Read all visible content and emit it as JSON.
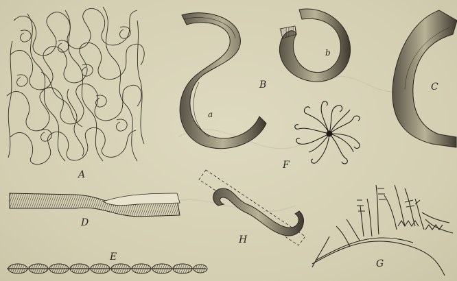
{
  "figure": {
    "labels": {
      "A": "A",
      "B": "B",
      "a": "a",
      "b": "b",
      "C": "C",
      "D": "D",
      "E": "E",
      "F": "F",
      "G": "G",
      "H": "H"
    },
    "colors": {
      "paper": "#d6d2b6",
      "ink": "#2a2620"
    }
  }
}
